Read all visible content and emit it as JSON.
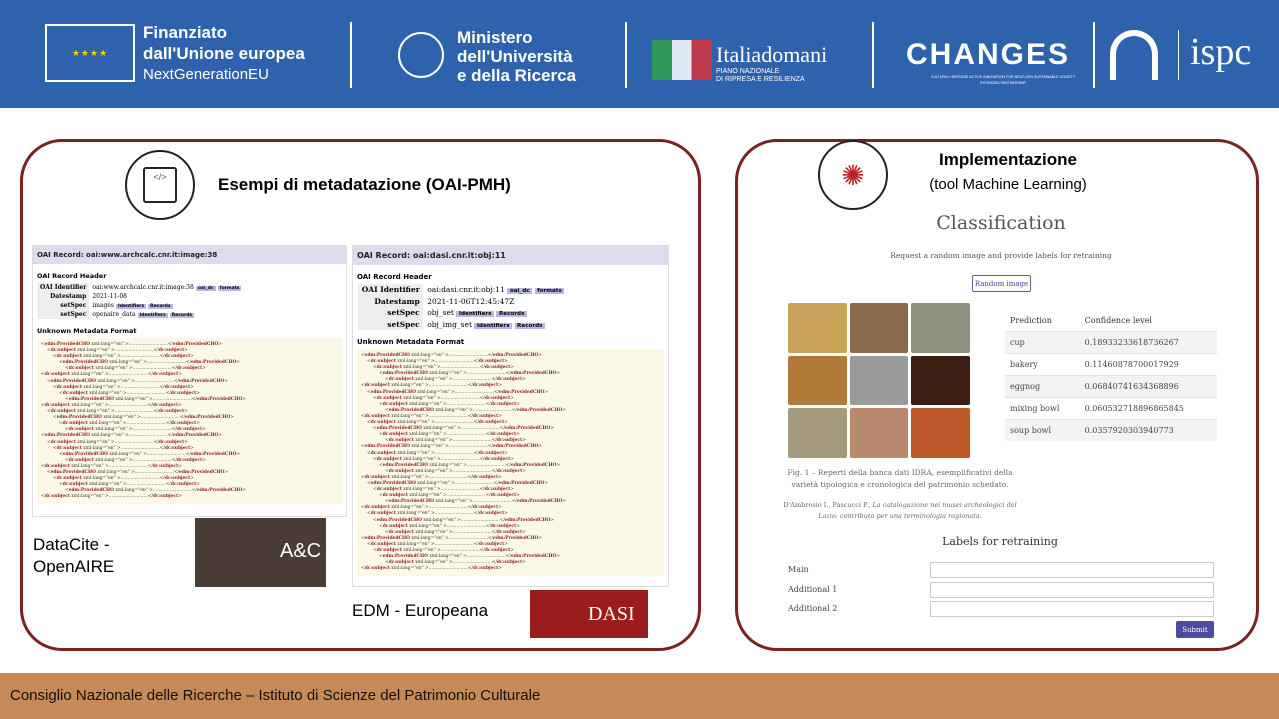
{
  "header": {
    "eu_line1": "Finanziato",
    "eu_line2": "dall'Unione europea",
    "eu_line3": "NextGenerationEU",
    "mur_line1": "Ministero",
    "mur_line2": "dell'Università",
    "mur_line3": "e della Ricerca",
    "italiadomani": "Italiadomani",
    "italiadomani_sub1": "PIANO NAZIONALE",
    "italiadomani_sub2": "DI RIPRESA E RESILIENZA",
    "changes": "CHANGES",
    "changes_sub1": "CULTURAL HERITAGE ACTIVE INNOVATION FOR NEXT-GEN SUSTAINABLE SOCIETY",
    "changes_sub2": "EXTENDED PARTNERSHIP",
    "ispc": "ispc"
  },
  "left": {
    "title": "Esempi di metadatazione (OAI-PMH)",
    "record1": {
      "title": "OAI Record: oai:www.archcalc.cnr.it:image:38",
      "header": "OAI Record Header",
      "rows": [
        {
          "k": "OAI Identifier",
          "v": "oai:www.archcalc.cnr.it:image:38",
          "tags": [
            "oai_dc",
            "formats"
          ]
        },
        {
          "k": "Datestamp",
          "v": "2021-11-08",
          "tags": []
        },
        {
          "k": "setSpec",
          "v": "images",
          "tags": [
            "Identifiers",
            "Records"
          ]
        },
        {
          "k": "setSpec",
          "v": "openaire_data",
          "tags": [
            "Identifiers",
            "Records"
          ]
        }
      ],
      "unknown": "Unknown Metadata Format"
    },
    "record2": {
      "title": "OAI Record: oai:dasi.cnr.it:obj:11",
      "header": "OAI Record Header",
      "rows": [
        {
          "k": "OAI Identifier",
          "v": "oai:dasi.cnr.it:obj:11",
          "tags": [
            "oai_dc",
            "formats"
          ]
        },
        {
          "k": "Datestamp",
          "v": "2021-11-06T12:45:47Z",
          "tags": []
        },
        {
          "k": "setSpec",
          "v": "obj_set",
          "tags": [
            "Identifiers",
            "Records"
          ]
        },
        {
          "k": "setSpec",
          "v": "obj_img_set",
          "tags": [
            "Identifiers",
            "Records"
          ]
        }
      ],
      "unknown": "Unknown Metadata Format"
    },
    "datacite_label": "DataCite - OpenAIRE",
    "ac_logo": "A&C",
    "edm_label": "EDM - Europeana",
    "dasi_logo": "DASI"
  },
  "right": {
    "title": "Implementazione",
    "subtitle": "(tool Machine Learning)",
    "app_title": "Classification",
    "instructions": "Request a random image and provide labels for retraining",
    "random_button": "Random image",
    "table": {
      "headers": [
        "Prediction",
        "Confidence level"
      ],
      "rows": [
        [
          "cup",
          "0.18933233618736267"
        ],
        [
          "bakery",
          "0.11460878700017929"
        ],
        [
          "eggnog",
          "0.06840741634368896"
        ],
        [
          "mixing bowl",
          "0.060532718896865845"
        ],
        [
          "soup bowl",
          "0.0357920303940773"
        ]
      ]
    },
    "caption1": "Fig. 1 – Reperti della banca dati IDRA, esemplificativi della varietà tipologica e cronologica del patrimonio schedato.",
    "caption2_authors": "D'Ambrosio I., Pascucci P., ",
    "caption2_title": "La catalogazione nei musei archeologici del Lazio: contributo per una terminologia ragionata.",
    "labels_title": "Labels for retraining",
    "fields": [
      {
        "label": "Main",
        "value": ""
      },
      {
        "label": "Additional 1",
        "value": ""
      },
      {
        "label": "Additional 2",
        "value": ""
      }
    ],
    "submit": "Submit"
  },
  "footer": "Consiglio Nazionale delle Ricerche – Istituto di Scienze del Patrimonio Culturale"
}
